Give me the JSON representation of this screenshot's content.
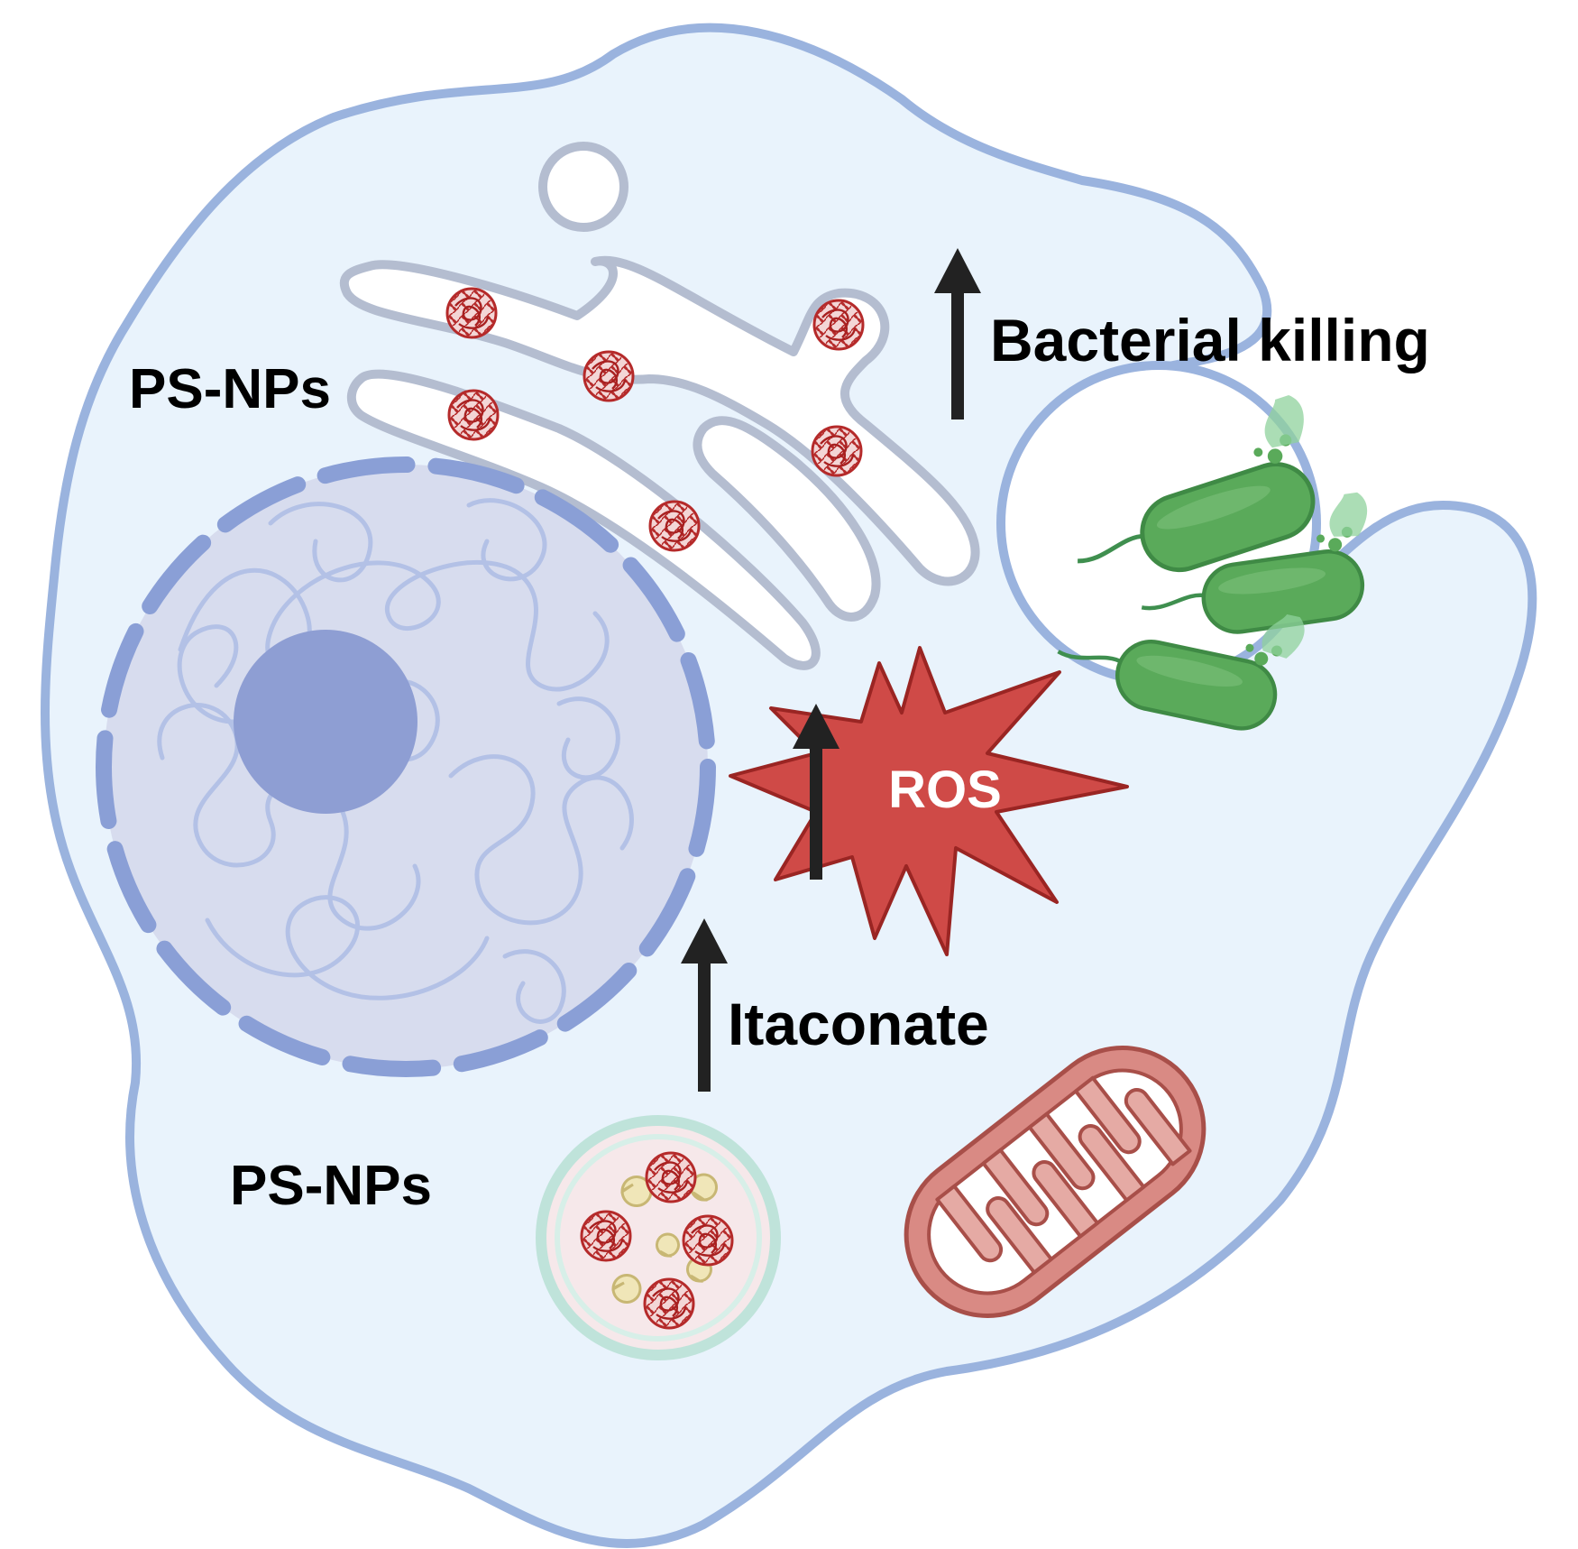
{
  "labels": {
    "ps_nps_upper": "PS-NPs",
    "ps_nps_lower": "PS-NPs",
    "bacterial_killing": "Bacterial killing",
    "ros": "ROS",
    "itaconate": "Itaconate"
  },
  "colors": {
    "cell_fill": "#e9f3fc",
    "cell_membrane": "#9ab3de",
    "nucleus_fill": "#d7dcee",
    "nucleus_envelope": "#8a9fd6",
    "nucleolus": "#8e9ed3",
    "chromatin": "#b3c1e6",
    "golgi_membrane": "#b4bdd0",
    "nanoparticle": "#b52a2a",
    "lysosome_ring": "#bfe3da",
    "lysosome_fill": "#f6e8ea",
    "enzyme": "#f0e6b8",
    "mitochondrion": "#d98a84",
    "mitochondrion_outline": "#a84f49",
    "ros_burst": "#cf4a47",
    "bacteria": "#5aaa5a",
    "arrow": "#222222"
  },
  "icons": [
    "cell-membrane-shape",
    "nucleus-icon",
    "golgi-apparatus-icon",
    "nanoparticle-icon",
    "phagosome-icon",
    "bacterium-icon",
    "ros-burst-icon",
    "mitochondrion-icon",
    "lysosome-icon",
    "up-arrow-icon"
  ]
}
